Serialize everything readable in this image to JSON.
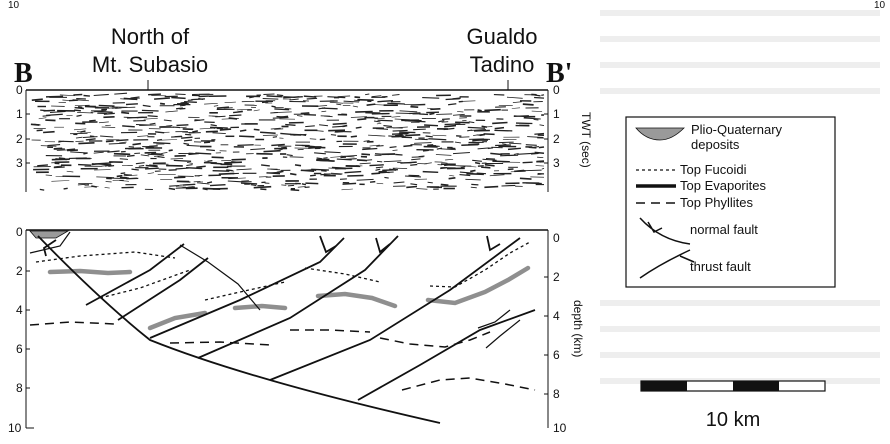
{
  "header": {
    "corner_left": "10",
    "corner_right": "10"
  },
  "section": {
    "label_start": "B",
    "label_end": "B'",
    "location_left_line1": "North of",
    "location_left_line2": "Mt. Subasio",
    "location_right_line1": "Gualdo",
    "location_right_line2": "Tadino"
  },
  "seismic": {
    "axis_title": "TWT (sec)",
    "ticks_left": [
      "0",
      "1",
      "2",
      "3"
    ],
    "ticks_right": [
      "0",
      "1",
      "2",
      "3"
    ]
  },
  "geology": {
    "axis_title": "depth (km)",
    "ticks_left": [
      "0",
      "2",
      "4",
      "6",
      "8",
      "10"
    ],
    "ticks_right": [
      "0",
      "2",
      "4",
      "6",
      "8",
      "10"
    ]
  },
  "legend": {
    "items": [
      {
        "line1": "Plio-Quaternary",
        "line2": "deposits",
        "symbol": "plio-quaternary-lens"
      },
      {
        "line1": "Top Fucoidi",
        "line2": "",
        "symbol": "dotted-line"
      },
      {
        "line1": "Top Evaporites",
        "line2": "",
        "symbol": "thick-line"
      },
      {
        "line1": "Top Phyllites",
        "line2": "",
        "symbol": "dashed-line"
      },
      {
        "line1": "normal fault",
        "line2": "",
        "symbol": "normal-fault-symbol"
      },
      {
        "line1": "thrust fault",
        "line2": "",
        "symbol": "thrust-fault-symbol"
      }
    ]
  },
  "scale_bar": {
    "label": "10 km",
    "segments": [
      "black",
      "white",
      "black",
      "white"
    ]
  },
  "colors": {
    "ink": "#111111",
    "evaporites_fill": "#9a9a9a",
    "paper": "#ffffff"
  }
}
